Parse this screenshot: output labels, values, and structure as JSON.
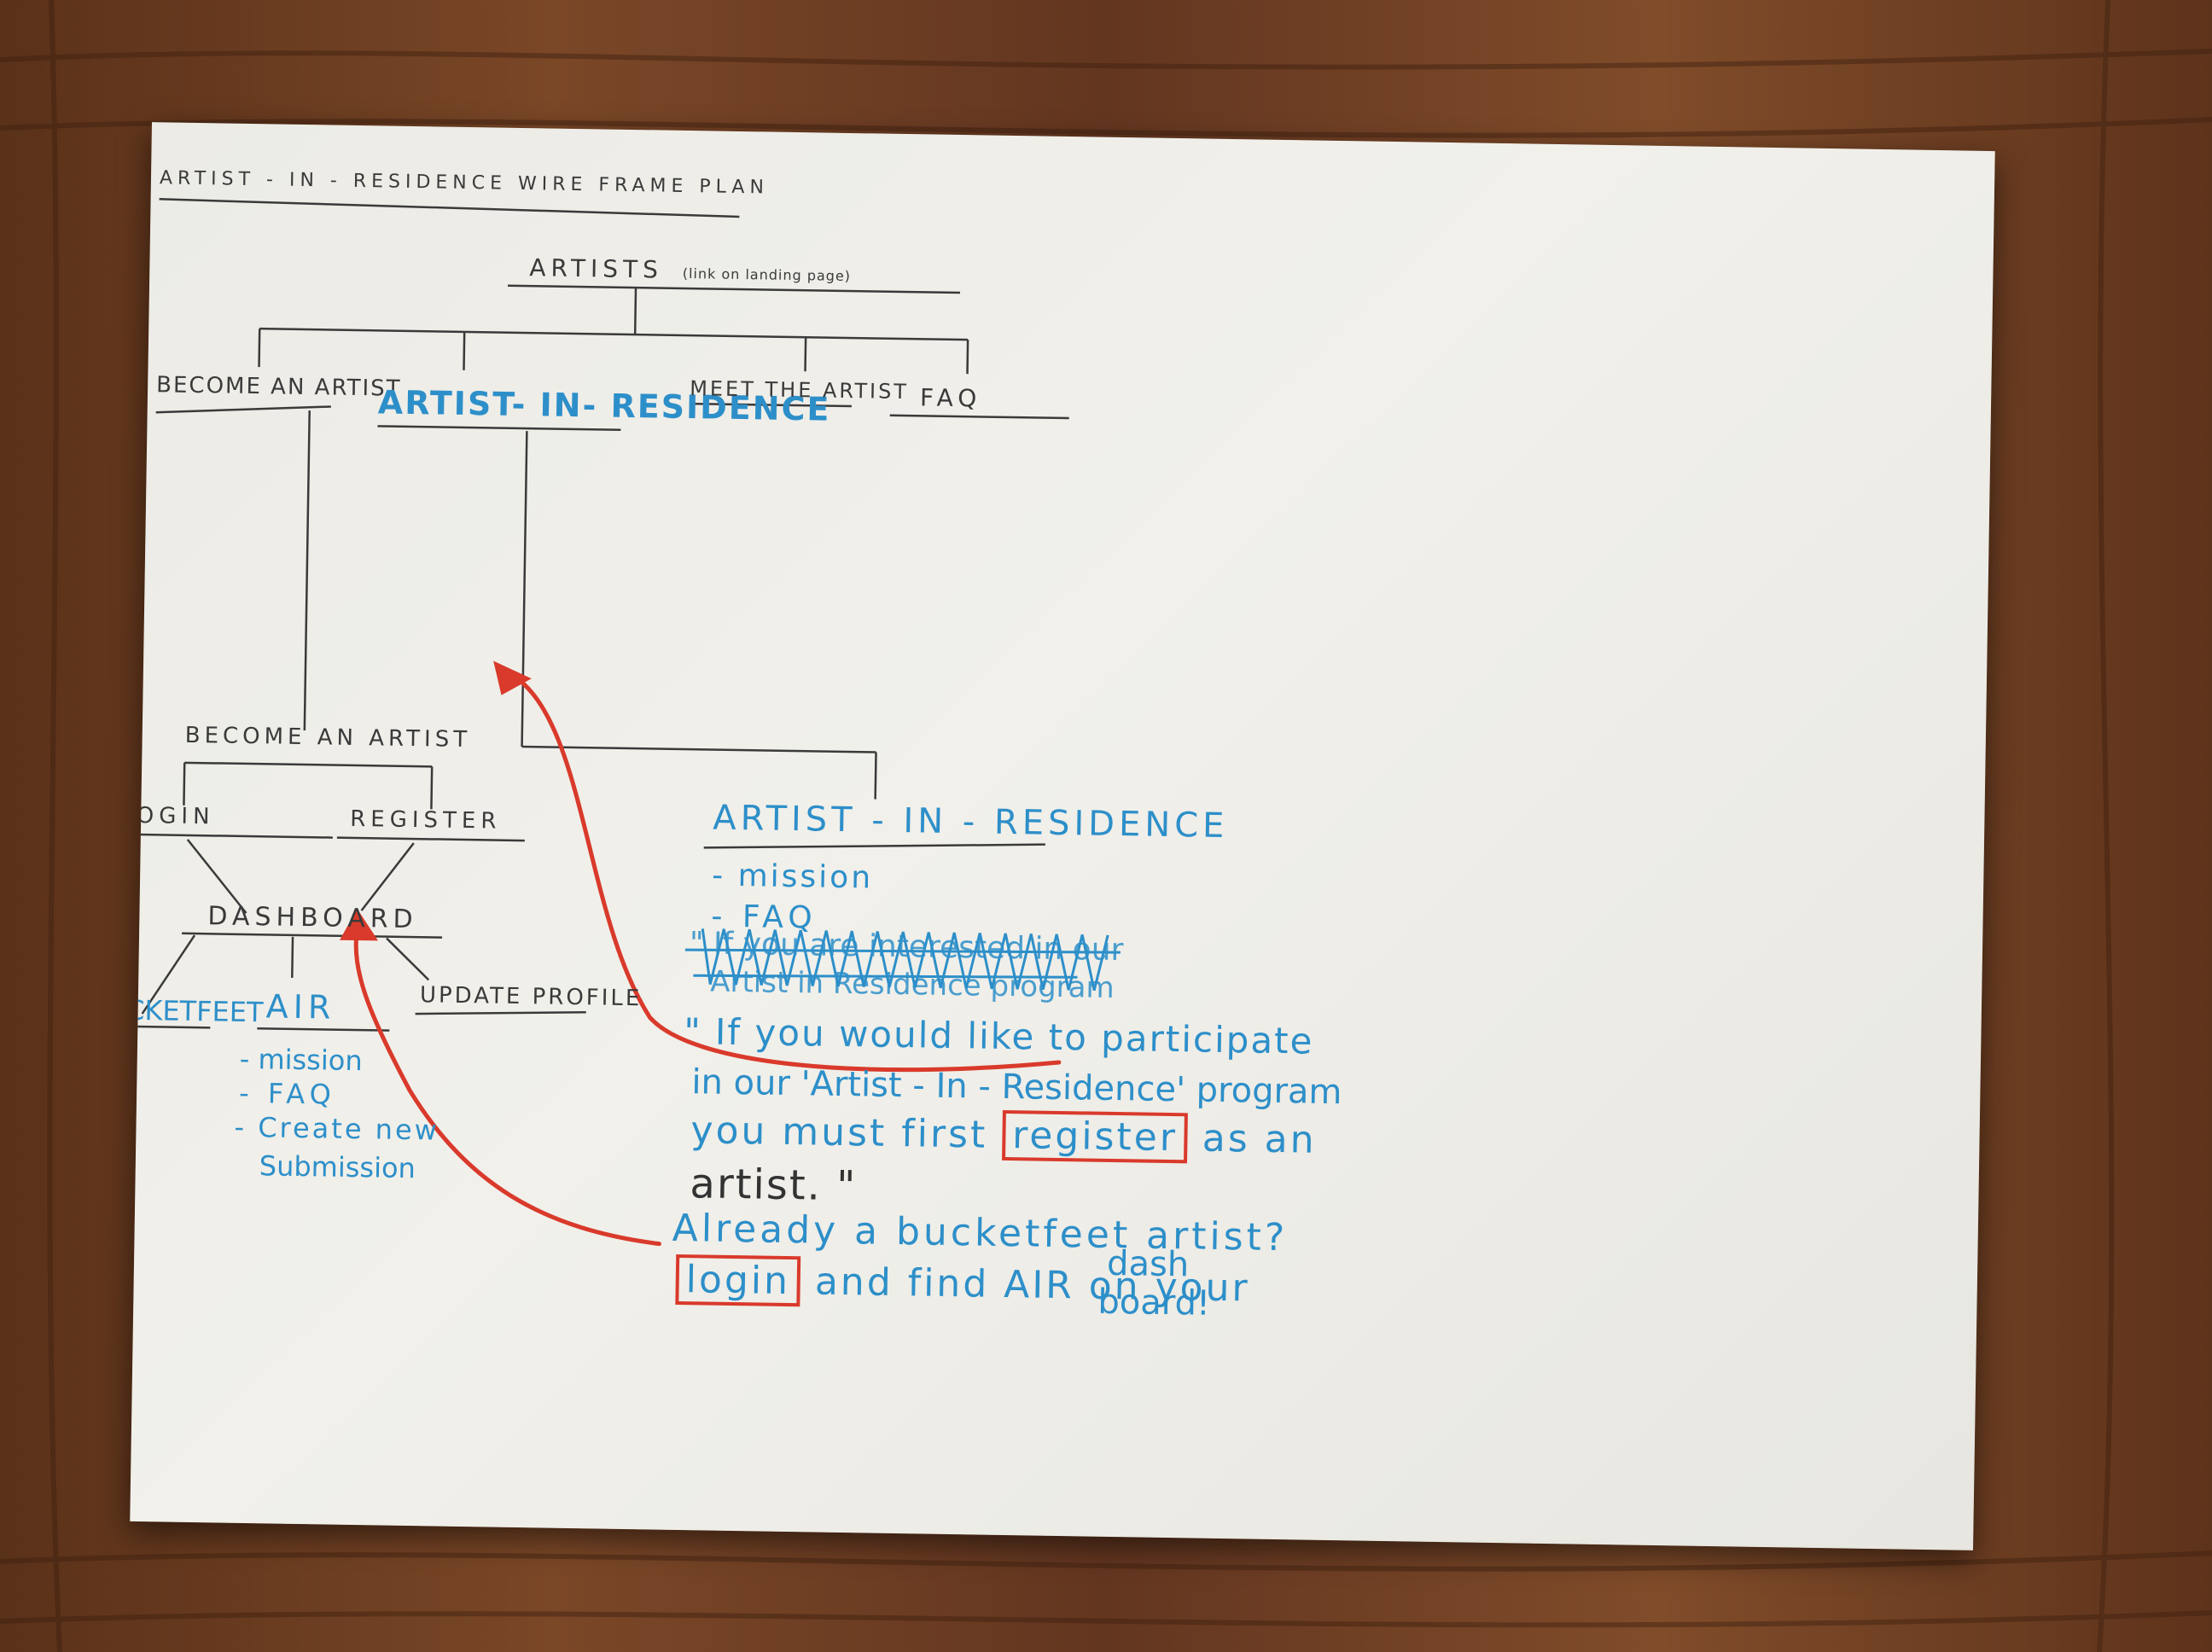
{
  "title": "ARTIST - IN - RESIDENCE  WIRE FRAME PLAN",
  "top": {
    "label": "ARTISTS",
    "note": "(link on landing page)"
  },
  "level1": {
    "become": "BECOME AN ARTIST",
    "air": "ARTIST- IN- RESIDENCE",
    "meet": "MEET THE ARTIST",
    "faq": "FAQ"
  },
  "become_section": {
    "heading": "BECOME AN ARTIST",
    "login": "LOGIN",
    "register": "REGISTER",
    "dashboard": "DASHBOARD",
    "bucketfeet": "BUCKETFEET",
    "air": "AIR",
    "update_profile": "UPDATE PROFILE",
    "air_items": [
      "- mission",
      "- FAQ",
      "- Create new",
      "Submission"
    ]
  },
  "air_section": {
    "heading": "ARTIST - IN - RESIDENCE",
    "items": [
      "- mission",
      "- FAQ"
    ],
    "struck_line1": "\" If you are interested in our",
    "struck_line2": "Artist in Residence program",
    "quote_line1": "\" If you would like to participate",
    "quote_line2": "in our 'Artist - In - Residence' program",
    "quote_line3_a": "you must first",
    "quote_register": "register",
    "quote_line3_b": "as an",
    "quote_line4": "artist. \"",
    "already_line": "Already a bucketfeet artist?",
    "login_word": "login",
    "login_rest": "and find AIR on your",
    "dash": "dash",
    "board": "board!"
  },
  "colors": {
    "pen": "#3a3a3a",
    "marker_blue": "#2d8fc9",
    "marker_red": "#d93a2b",
    "paper": "#efeee9",
    "wood": "#6b3e22"
  }
}
